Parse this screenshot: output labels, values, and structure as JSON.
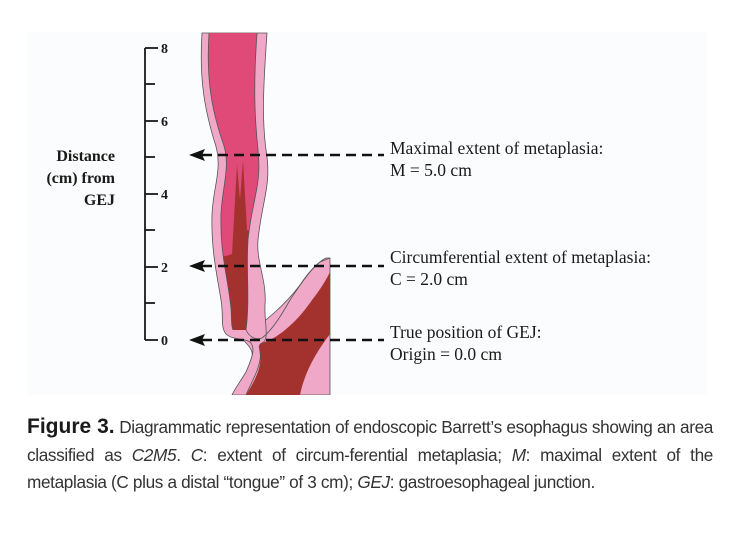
{
  "figure": {
    "axis": {
      "title_lines": [
        "Distance",
        "(cm) from",
        "GEJ"
      ],
      "tick_labels": [
        "8",
        "6",
        "4",
        "2",
        "0"
      ],
      "range_cm": [
        0,
        8
      ],
      "major_ticks": [
        0,
        2,
        4,
        6,
        8
      ],
      "minor_ticks": [
        1,
        3,
        5,
        7
      ]
    },
    "annotations": [
      {
        "id": "maximal",
        "line1": "Maximal extent of metaplasia:",
        "line2": "M = 5.0 cm",
        "position_cm": 5.0
      },
      {
        "id": "circumferential",
        "line1": "Circumferential extent of metaplasia:",
        "line2": "C = 2.0 cm",
        "position_cm": 2.0
      },
      {
        "id": "gej",
        "line1": "True position of GEJ:",
        "line2": "Origin = 0.0 cm",
        "position_cm": 0.0
      }
    ],
    "colors": {
      "normal_mucosa": "#e04a78",
      "metaplasia": "#a3322e",
      "wall": "#f0a8c8",
      "outline": "#555555",
      "panel_bg": "#fbfcfd"
    }
  },
  "caption": {
    "label": "Figure 3.",
    "part1": " Diagrammatic representation of endoscopic Barrett’s esophagus showing an area classified as ",
    "classification": "C2M5",
    "part2": ". ",
    "c_term": "C",
    "part3": ": extent of circum-ferential metaplasia; ",
    "m_term": "M",
    "part4": ": maximal extent of the metaplasia (C plus a distal “tongue” of 3 cm); ",
    "gej_term": "GEJ",
    "part5": ": gastroesophageal junction."
  }
}
